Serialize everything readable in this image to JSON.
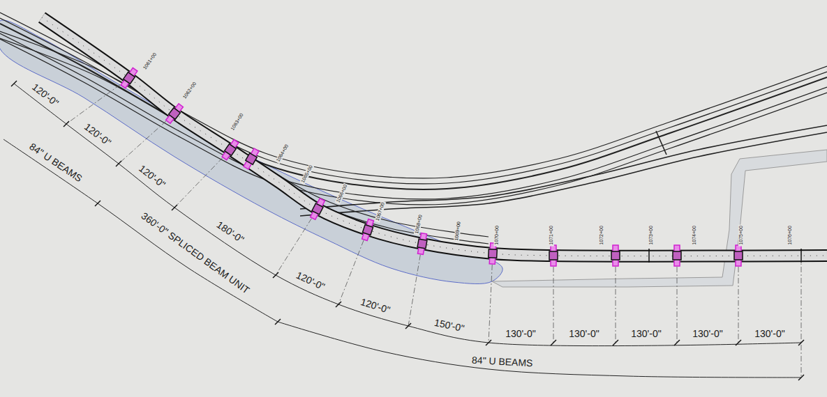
{
  "diagram": {
    "labels": [
      "120'-0\"",
      "120'-0\"",
      "84\" U BEAMS",
      "120'-0\"",
      "360'-0\" SPLICED BEAM UNIT",
      "180'-0\"",
      "120'-0\"",
      "120'-0\"",
      "150'-0\"",
      "130'-0\"",
      "130'-0\"",
      "130'-0\"",
      "130'-0\"",
      "130'-0\"",
      "84\" U BEAMS",
      "1061+00",
      "1062+00",
      "1063+00",
      "1064+00",
      "1065+00",
      "1066+00",
      "1067+00",
      "1068+00",
      "1069+00",
      "1070+00",
      "1071+00",
      "1072+00",
      "1073+00",
      "1074+00",
      "1075+00",
      "1076+00"
    ]
  }
}
